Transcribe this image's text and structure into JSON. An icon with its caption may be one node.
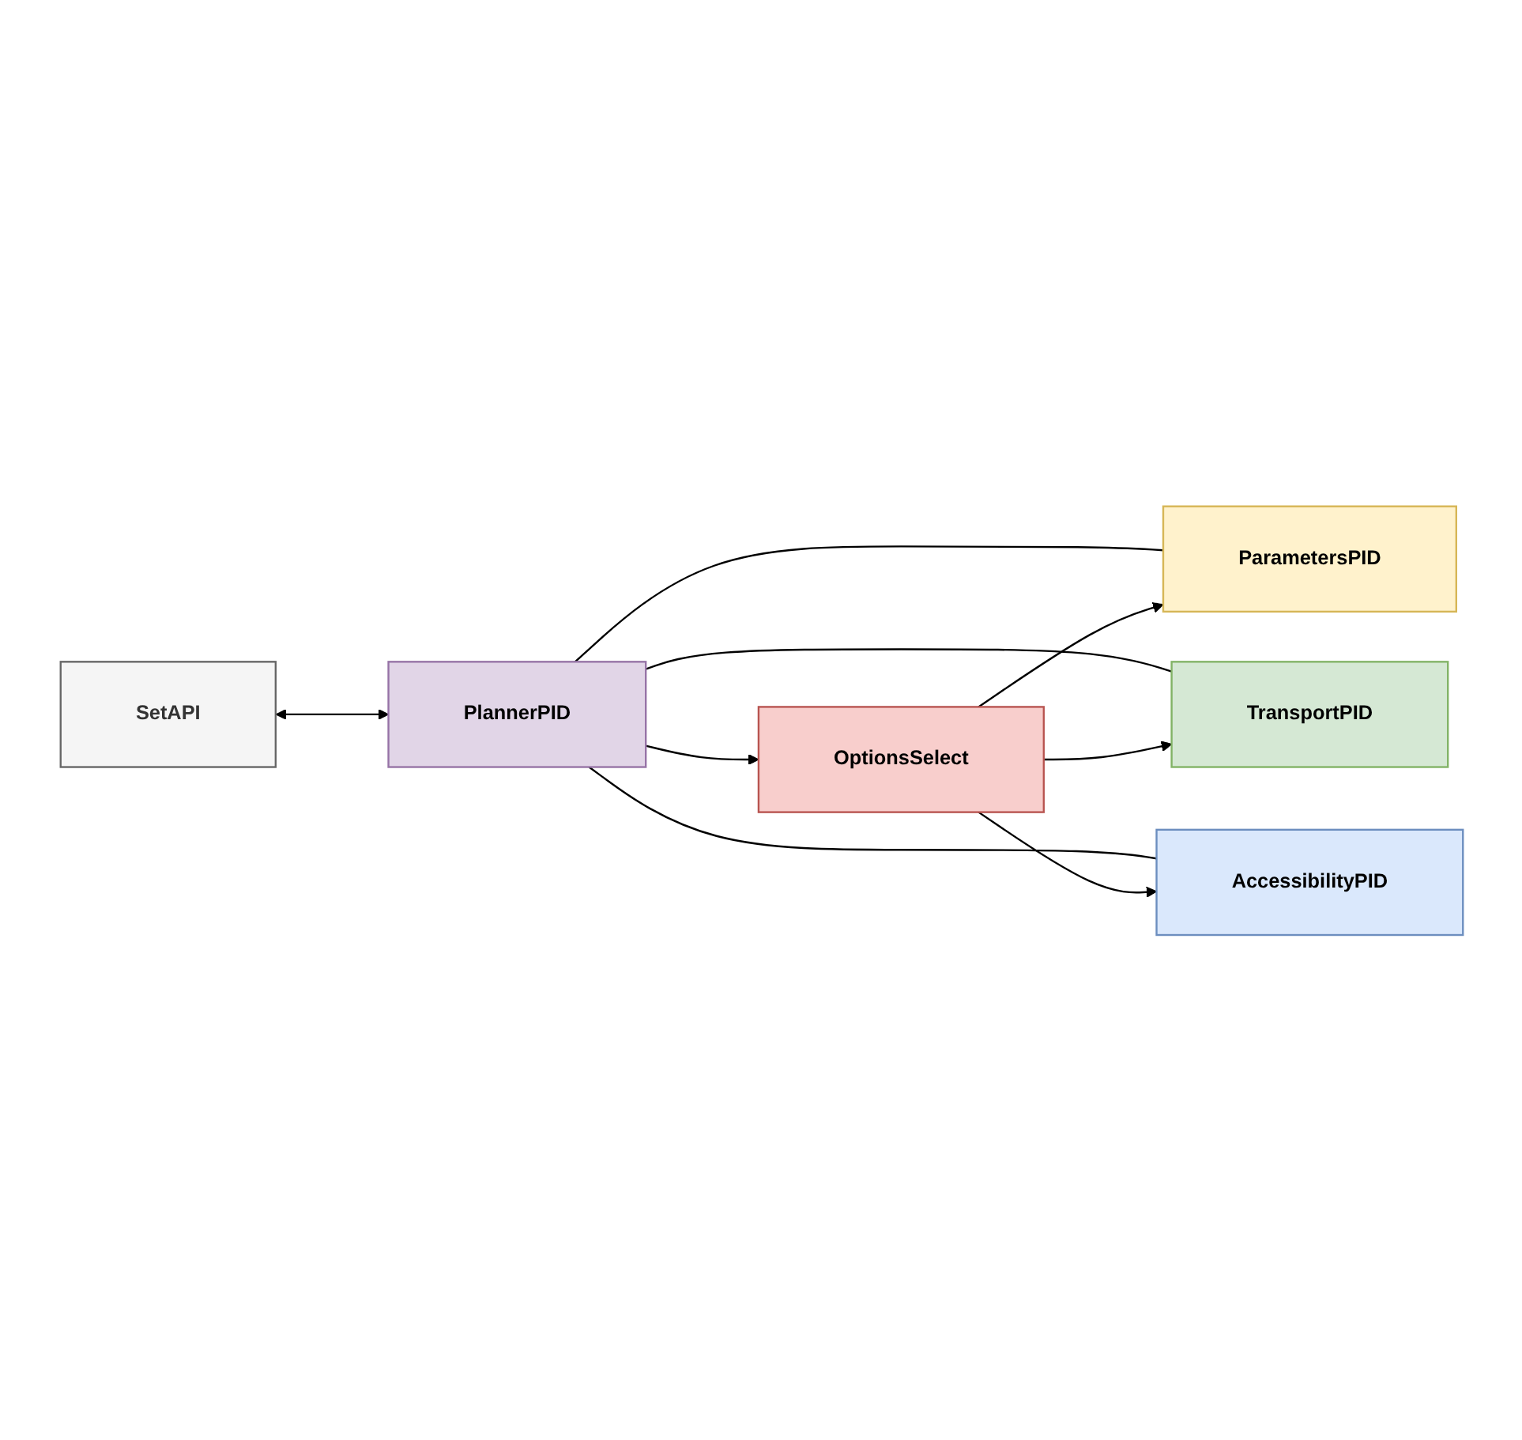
{
  "diagram": {
    "nodes": [
      {
        "text": [
          "SetAPI"
        ]
      },
      {
        "text": [
          "ParametersPID"
        ]
      },
      {
        "text": [
          "PlannerPID"
        ]
      },
      {
        "text": [
          "TransportPID"
        ]
      },
      {
        "text": [
          "AccessibilityPID"
        ]
      },
      {
        "text": [
          "OptionsSelect"
        ]
      }
    ],
    "edges": [
      {
        "from": 0,
        "to": 2,
        "arrow": "both"
      },
      {
        "from": 2,
        "to": 1,
        "arrow": "none"
      },
      {
        "from": 2,
        "to": 3,
        "arrow": "none"
      },
      {
        "from": 2,
        "to": 4,
        "arrow": "none"
      },
      {
        "from": 2,
        "to": 5,
        "arrow": "to"
      },
      {
        "from": 5,
        "to": 4,
        "arrow": "to"
      },
      {
        "from": 5,
        "to": 3,
        "arrow": "to"
      },
      {
        "from": 5,
        "to": 1,
        "arrow": "to"
      }
    ]
  }
}
